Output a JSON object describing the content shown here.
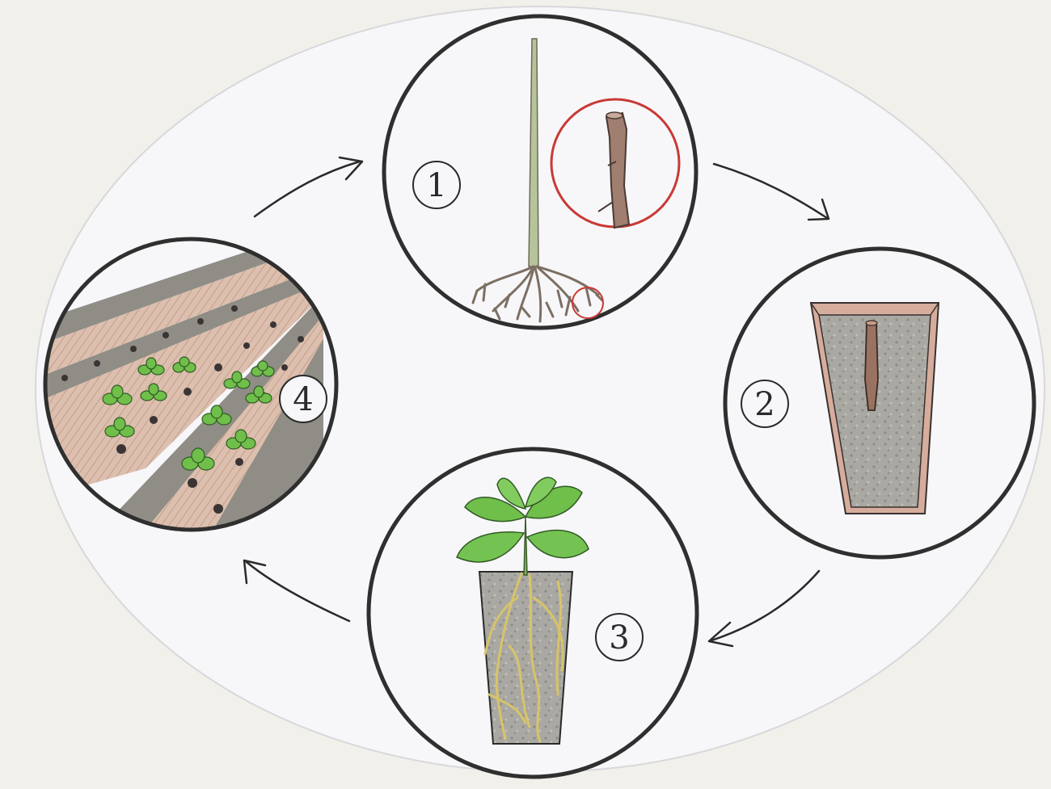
{
  "diagram": {
    "steps": [
      {
        "number": "1",
        "depicts": "mother-plant-with-root-cutting"
      },
      {
        "number": "2",
        "depicts": "root-cutting-in-pot"
      },
      {
        "number": "3",
        "depicts": "rooted-plantlet-in-pot"
      },
      {
        "number": "4",
        "depicts": "field-planting-rows"
      }
    ],
    "arrows": [
      "step1-to-step2",
      "step2-to-step3",
      "step3-to-step4",
      "step4-to-step1"
    ]
  },
  "colors": {
    "paper": "#f1f0ea",
    "oval": "#f7f7fa",
    "ink": "#2a2a2a",
    "highlight_red": "#c93a35",
    "leaf_green": "#6fbf4a",
    "root_brown": "#8a6a55",
    "soil_grey": "#9a9890",
    "path_pink": "#d8b8a4",
    "root_yellow": "#d7c46a"
  }
}
